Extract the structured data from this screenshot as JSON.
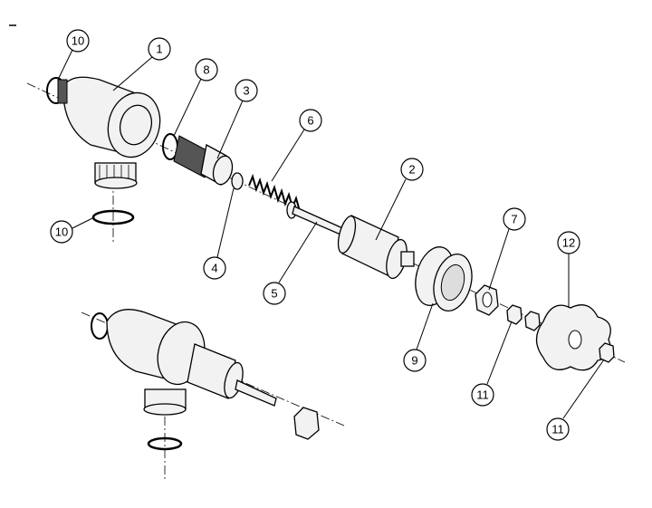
{
  "diagram": {
    "title": "Exploded view of valve assembly",
    "callouts": [
      {
        "id": "c10a",
        "label": "10"
      },
      {
        "id": "c1",
        "label": "1"
      },
      {
        "id": "c8",
        "label": "8"
      },
      {
        "id": "c3",
        "label": "3"
      },
      {
        "id": "c6",
        "label": "6"
      },
      {
        "id": "c2",
        "label": "2"
      },
      {
        "id": "c7",
        "label": "7"
      },
      {
        "id": "c12",
        "label": "12"
      },
      {
        "id": "c10b",
        "label": "10"
      },
      {
        "id": "c4",
        "label": "4"
      },
      {
        "id": "c5",
        "label": "5"
      },
      {
        "id": "c9",
        "label": "9"
      },
      {
        "id": "c11a",
        "label": "11"
      },
      {
        "id": "c11b",
        "label": "11"
      }
    ]
  }
}
